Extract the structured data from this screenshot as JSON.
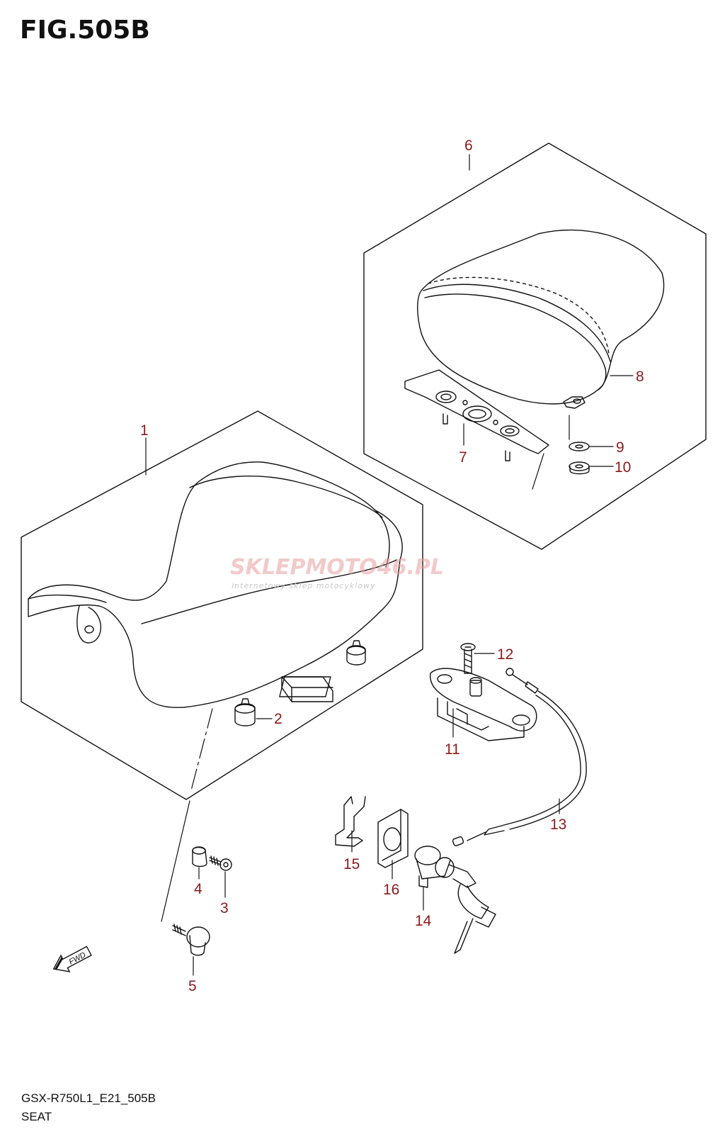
{
  "figure": {
    "title": "FIG.505B",
    "code": "GSX-R750L1_E21_505B",
    "name": "SEAT"
  },
  "watermark": {
    "logo": "SKLEPMOTO46.PL",
    "tagline": "internetowy sklep motocyklowy"
  },
  "fwd_label": "FWD",
  "callouts": [
    {
      "id": "1",
      "label": "1"
    },
    {
      "id": "2",
      "label": "2"
    },
    {
      "id": "3",
      "label": "3"
    },
    {
      "id": "4",
      "label": "4"
    },
    {
      "id": "5",
      "label": "5"
    },
    {
      "id": "6",
      "label": "6"
    },
    {
      "id": "7",
      "label": "7"
    },
    {
      "id": "8",
      "label": "8"
    },
    {
      "id": "9",
      "label": "9"
    },
    {
      "id": "10",
      "label": "10"
    },
    {
      "id": "11",
      "label": "11"
    },
    {
      "id": "12",
      "label": "12"
    },
    {
      "id": "13",
      "label": "13"
    },
    {
      "id": "14",
      "label": "14"
    },
    {
      "id": "15",
      "label": "15"
    },
    {
      "id": "16",
      "label": "16"
    }
  ],
  "colors": {
    "line": "#111111",
    "callout": "#8b1a1a",
    "watermark": "#e6a0a0"
  }
}
